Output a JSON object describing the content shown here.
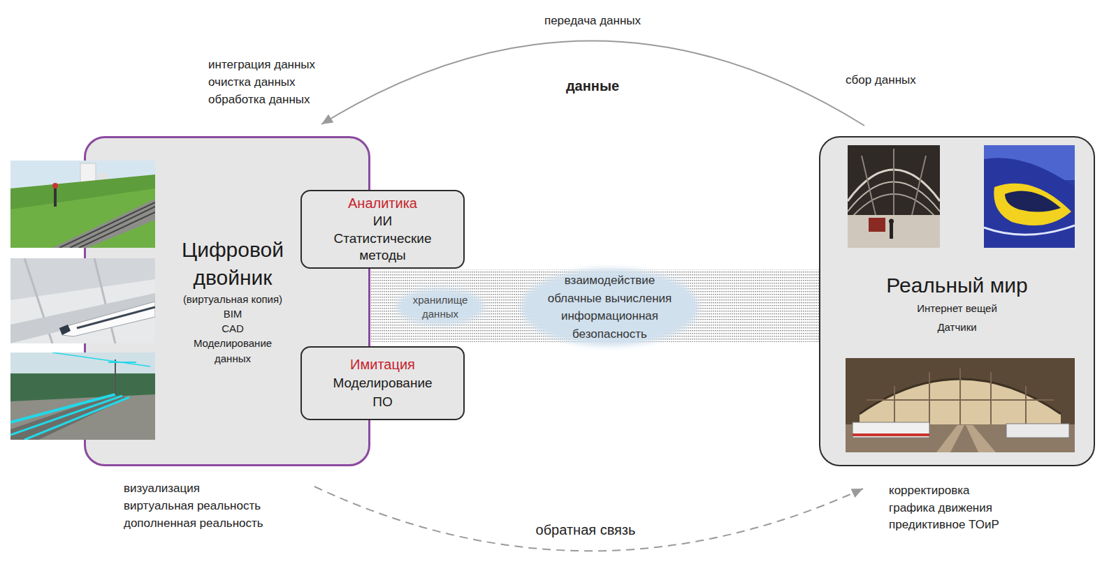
{
  "diagram": {
    "nodes": [
      {
        "text": [
          "Цифровой двойник",
          "(виртуальная копия)",
          "BIM",
          "CAD",
          "Моделирование данных"
        ]
      },
      {
        "text": [
          "Аналитика",
          "ИИ",
          "Статистические методы"
        ],
        "in": 0
      },
      {
        "text": [
          "Имитация",
          "Моделирование",
          "ПО"
        ],
        "in": 0
      },
      {
        "text": [
          "хранилище данных"
        ]
      },
      {
        "text": [
          "взаимодействие",
          "облачные вычисления",
          "информационная безопасность"
        ]
      },
      {
        "text": [
          "Реальный мир",
          "Интернет вещей",
          "Датчики"
        ]
      }
    ],
    "edges": [
      {
        "from": 5,
        "to": 0,
        "arrow": "to",
        "label": "передача данных"
      },
      {
        "from": 0,
        "to": 5,
        "arrow": "to",
        "label": "обратная связь"
      }
    ],
    "labels": [
      "интеграция данных",
      "очистка данных",
      "обработка данных",
      "данные",
      "сбор данных",
      "визуализация",
      "виртуальная реальность",
      "дополненная реальность",
      "корректировка",
      "графика движения",
      "предиктивное ТОиР"
    ]
  }
}
